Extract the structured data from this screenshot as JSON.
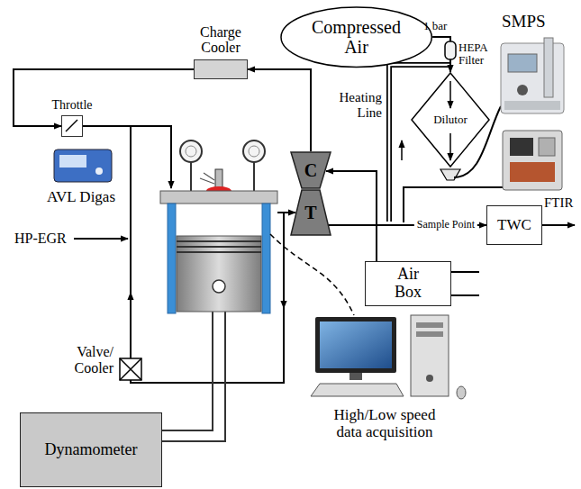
{
  "diagram": {
    "nodes": [
      {
        "text": [
          "Compressed Air"
        ]
      },
      {
        "text": [
          "Dilutor"
        ]
      },
      {
        "text": [
          "Charge Cooler"
        ]
      },
      {
        "text": [
          "Throttle"
        ]
      },
      {
        "text": [
          "C"
        ]
      },
      {
        "text": [
          "T"
        ]
      },
      {
        "text": [
          "TWC"
        ]
      },
      {
        "text": [
          "Air Box"
        ]
      },
      {
        "text": [
          "Dynamometer"
        ]
      }
    ],
    "edges": [
      {
        "from": 0,
        "to": 1,
        "arrow": "to"
      },
      {
        "from": 4,
        "to": 2,
        "arrow": "to"
      },
      {
        "from": 2,
        "to": 3,
        "arrow": "to"
      },
      {
        "from": 5,
        "to": 6,
        "label": "Sample Point",
        "arrow": "to"
      },
      {
        "from": 7,
        "to": 4,
        "arrow": "to"
      }
    ],
    "labels": [
      "1 bar",
      "HEPA Filter",
      "SMPS",
      "Heating Line",
      "FTIR",
      "AVL Digas",
      "HP-EGR",
      "Valve/ Cooler",
      "High/Low speed data acquisition"
    ]
  }
}
